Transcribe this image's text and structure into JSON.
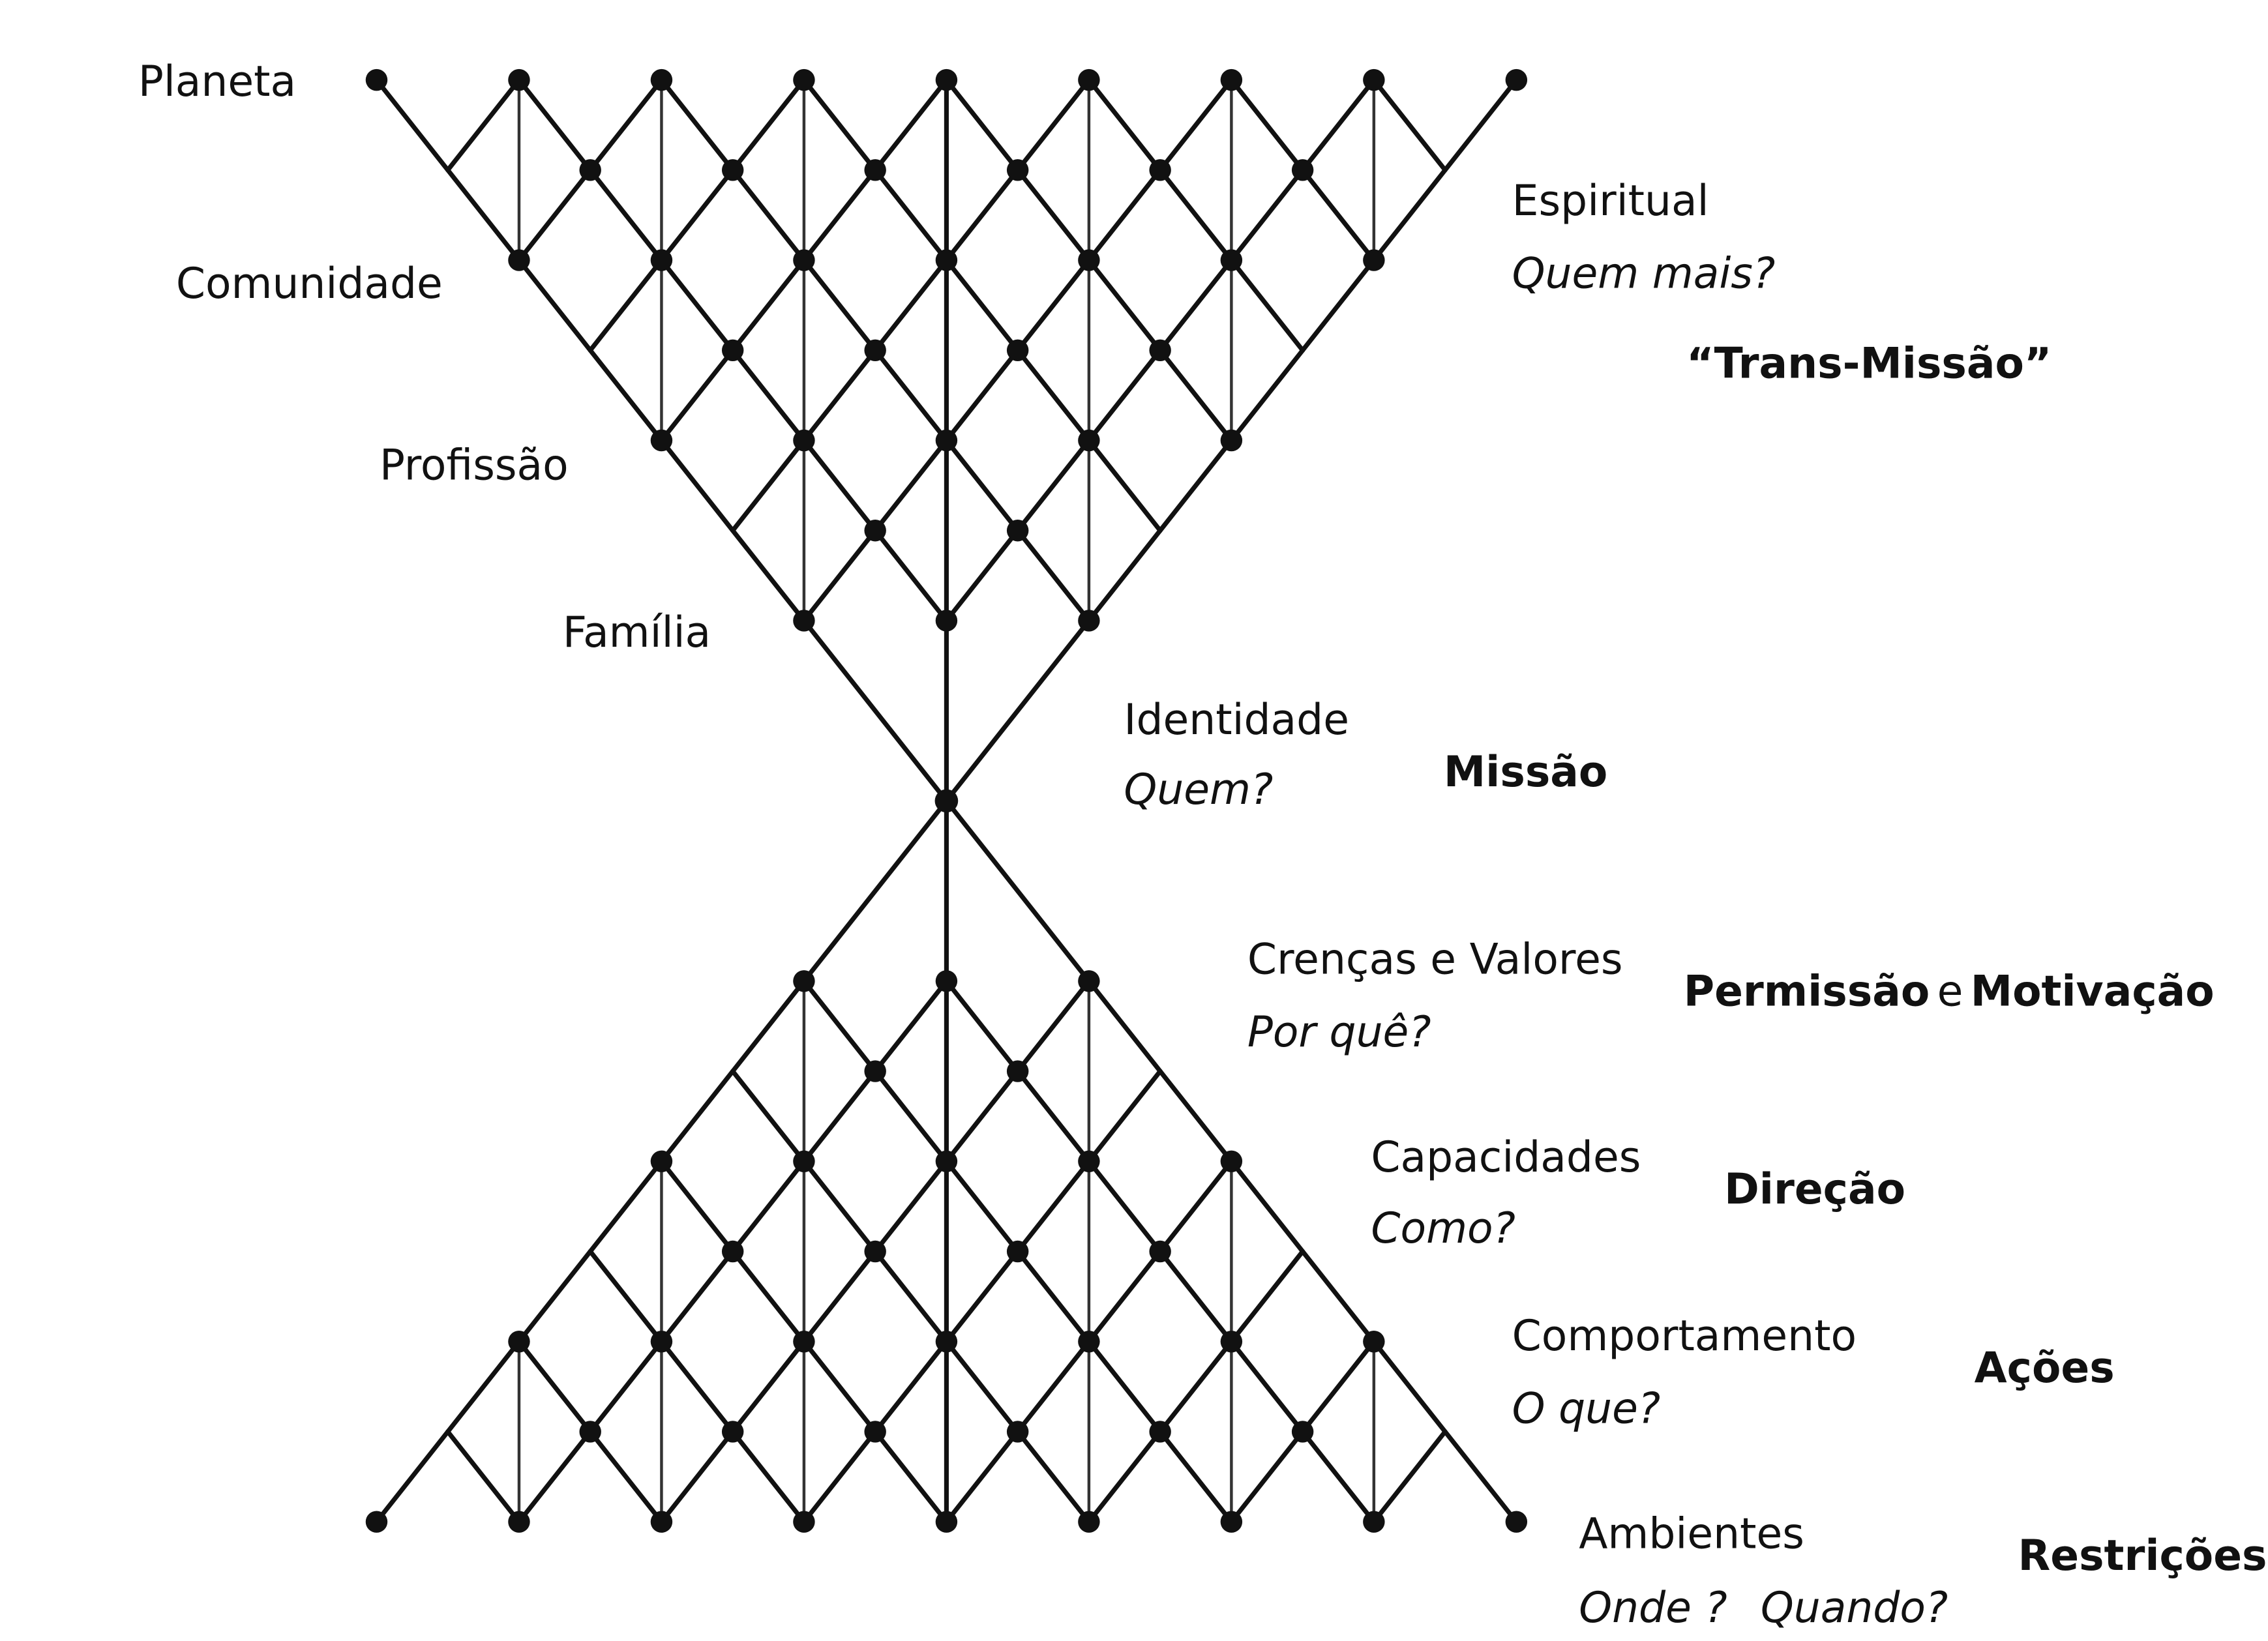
{
  "upper_labels": {
    "planeta": "Planeta",
    "comunidade": "Comunidade",
    "profissao": "Profissão",
    "familia": "Família",
    "espiritual": "Espiritual",
    "espiritual_q": "Quem mais?",
    "trans_missao": "“Trans-Missão”"
  },
  "levels": {
    "identidade": "Identidade",
    "identidade_q": "Quem?",
    "identidade_r": "Missão",
    "crencas": "Crenças e Valores",
    "crencas_q": "Por quê?",
    "crencas_r1": "Permissão",
    "crencas_r_conj": "e",
    "crencas_r2": "Motivação",
    "capacidades": "Capacidades",
    "capacidades_q": "Como?",
    "capacidades_r": "Direção",
    "comportamento": "Comportamento",
    "comportamento_q": "O que?",
    "comportamento_r": "Ações",
    "ambientes": "Ambientes",
    "ambientes_q1": "Onde ?",
    "ambientes_q2": "Quando?",
    "ambientes_r": "Restrições"
  }
}
